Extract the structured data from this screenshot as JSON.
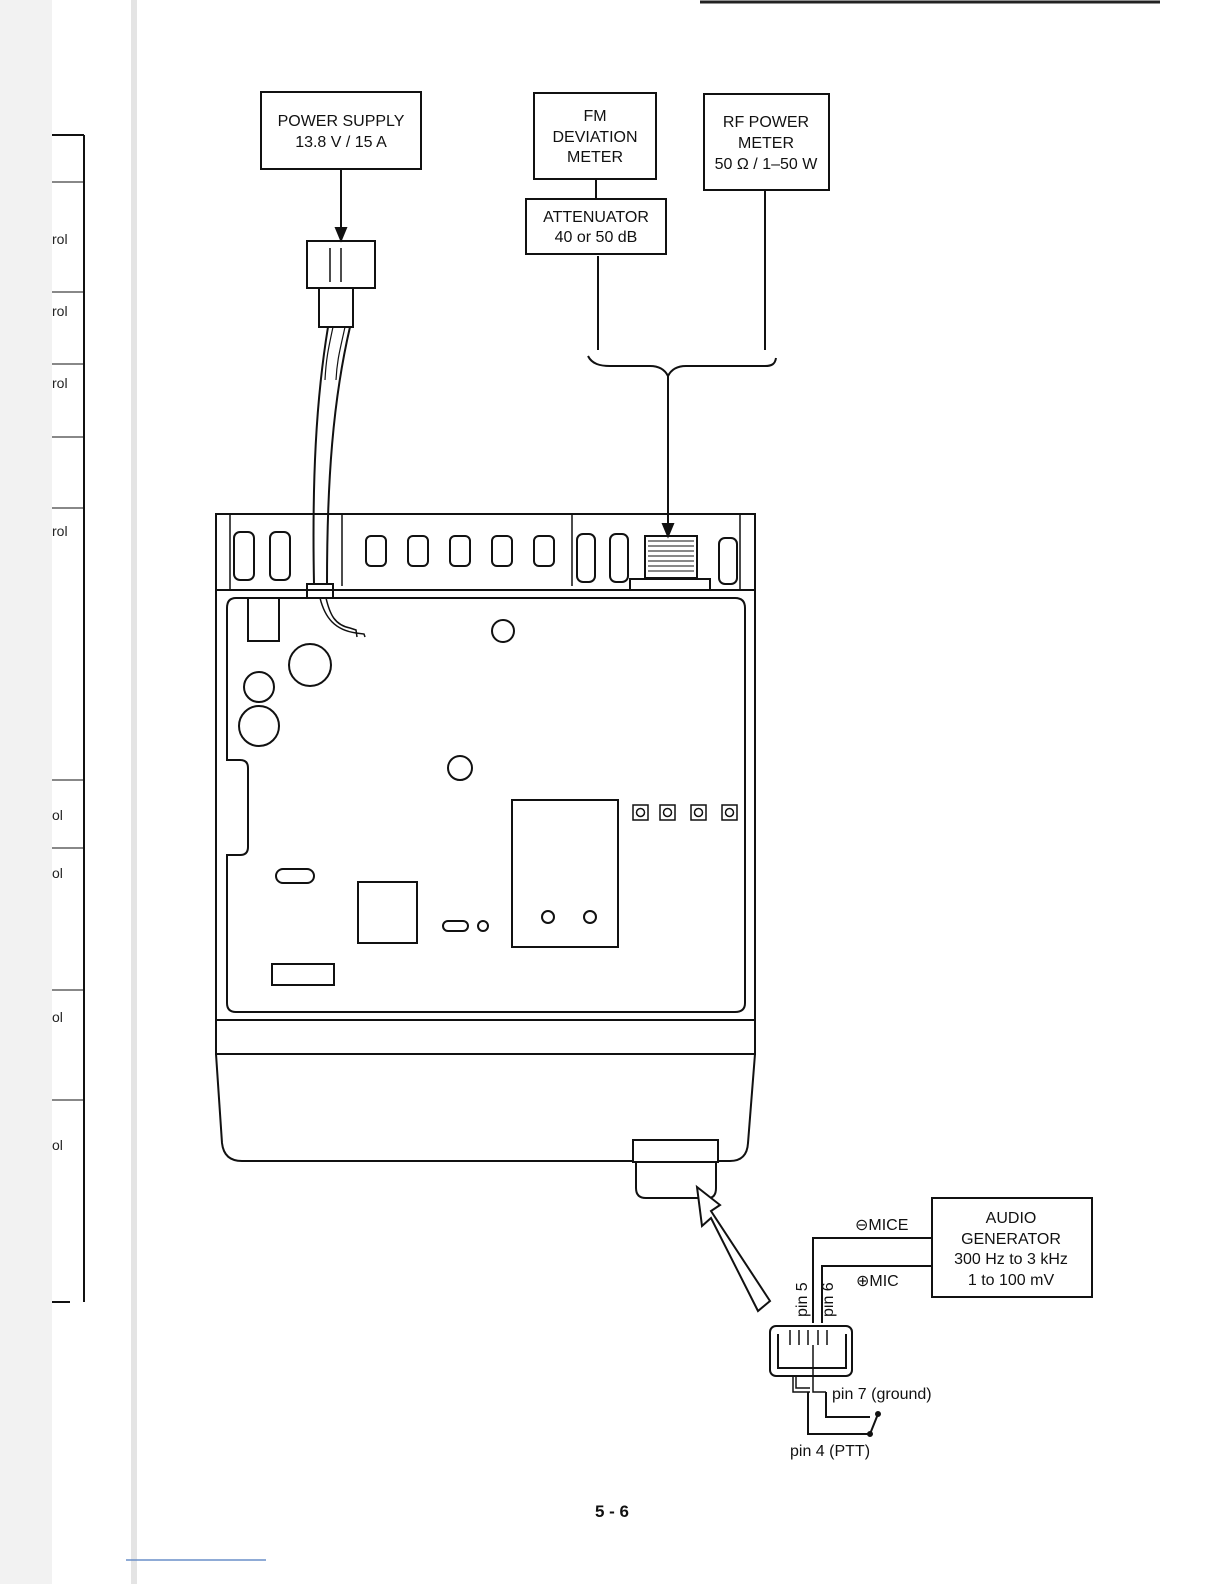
{
  "boxes": {
    "power_supply": [
      "POWER SUPPLY",
      "13.8 V / 15 A"
    ],
    "fm_meter": [
      "FM",
      "DEVIATION",
      "METER"
    ],
    "attenuator": [
      "ATTENUATOR",
      "40 or 50 dB"
    ],
    "rf_meter": [
      "RF POWER",
      "METER",
      "50 Ω / 1–50 W"
    ],
    "audio_gen": [
      "AUDIO",
      "GENERATOR",
      "300 Hz to 3 kHz",
      "1 to 100 mV"
    ]
  },
  "labels": {
    "mice": "⊖MICE",
    "mic": "⊕MIC",
    "pin5": "pin 5",
    "pin6": "pin 6",
    "pin7": "pin 7 (ground)",
    "pin4": "pin 4 (PTT)"
  },
  "side_table": {
    "fragments": [
      "rol",
      "rol",
      "rol",
      "rol",
      "ol",
      "ol",
      "ol",
      "ol"
    ]
  },
  "page_number": "5 - 6"
}
